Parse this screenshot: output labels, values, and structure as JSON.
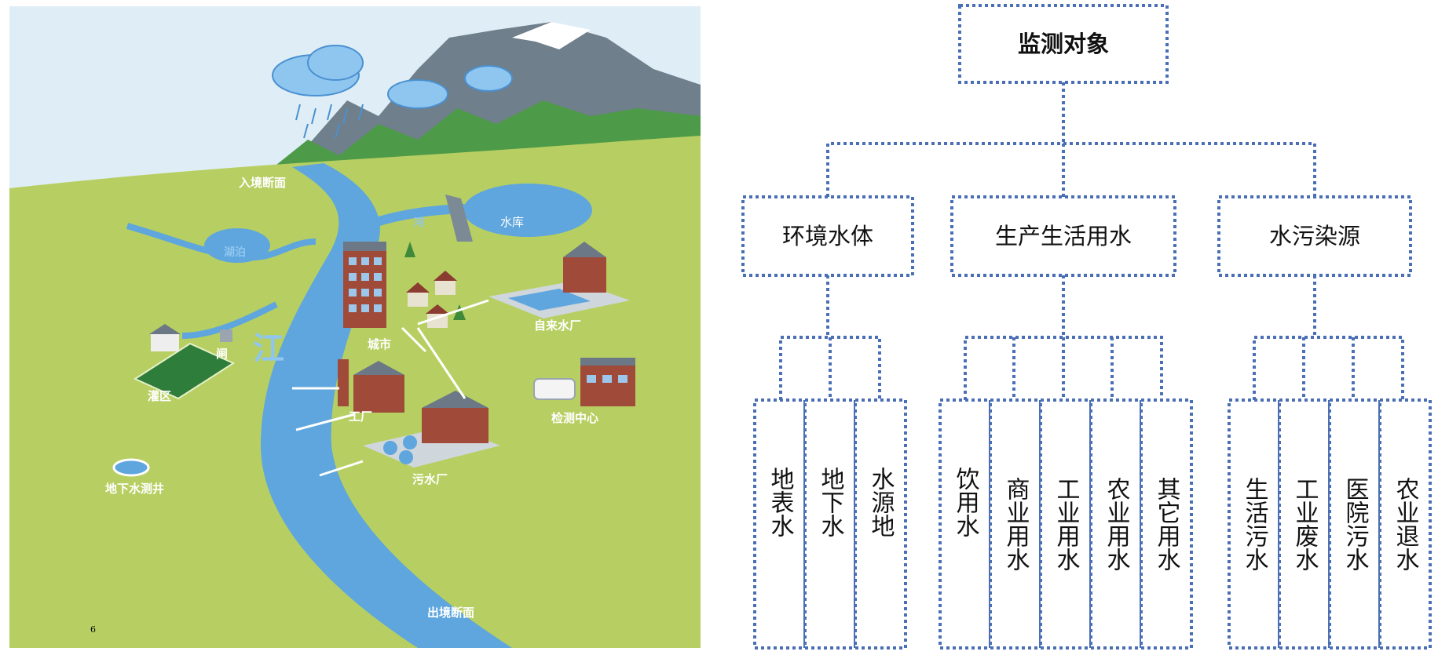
{
  "map": {
    "labels": {
      "inflow_section": "入境断面",
      "lake": "湖泊",
      "river_small": "河",
      "reservoir": "水库",
      "river_big": "江",
      "city": "城市",
      "waterworks": "自来水厂",
      "sluice": "闸",
      "irrigation": "灌区",
      "factory": "工厂",
      "monitoring_center": "检测中心",
      "sewage_plant": "污水厂",
      "groundwater_well": "地下水测井",
      "outflow_section": "出境断面",
      "page_number": "6"
    }
  },
  "tree": {
    "root": "监测对象",
    "categories": [
      {
        "label": "环境水体",
        "children": [
          "地表水",
          "地下水",
          "水源地"
        ]
      },
      {
        "label": "生产生活用水",
        "children": [
          "饮用水",
          "商业用水",
          "工业用水",
          "农业用水",
          "其它用水"
        ]
      },
      {
        "label": "水污染源",
        "children": [
          "生活污水",
          "工业废水",
          "医院污水",
          "农业退水"
        ]
      }
    ]
  },
  "colors": {
    "sky": "#dfeef6",
    "grass": "#b7cf62",
    "river": "#5ea6dd",
    "mountain": "#6f7f8c",
    "dashed_border": "#4a6fb5"
  }
}
